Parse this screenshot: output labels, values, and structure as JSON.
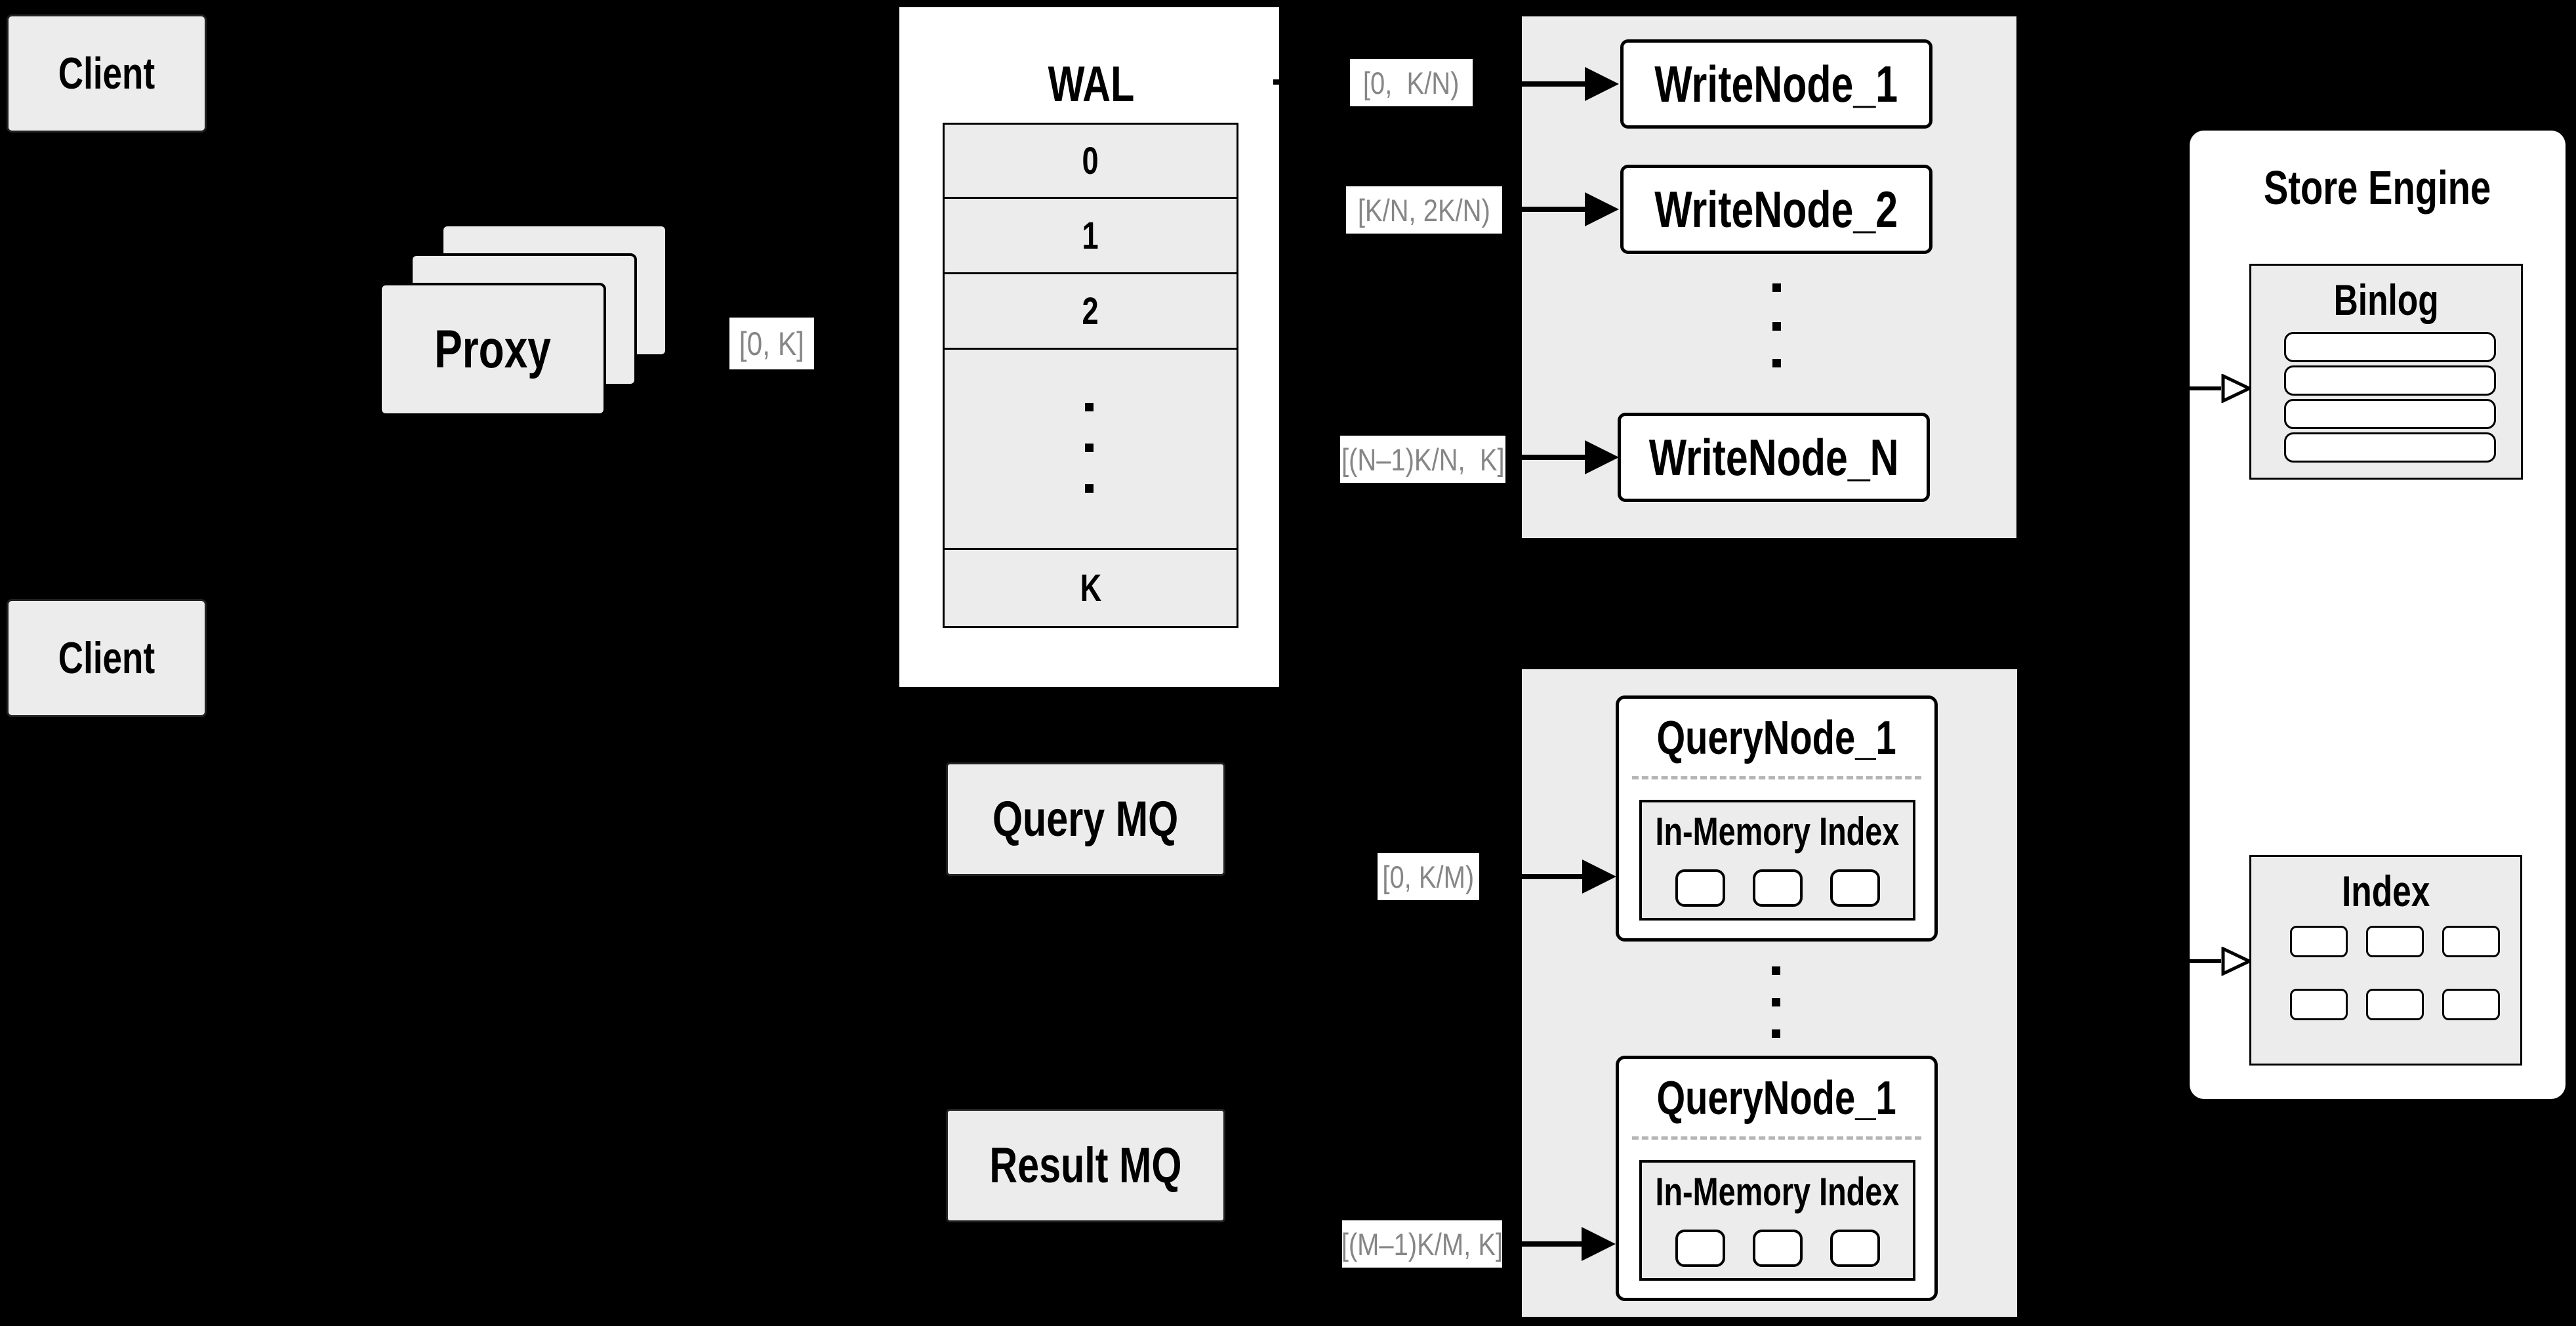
{
  "diagram": {
    "clients": {
      "top": "Client",
      "bottom": "Client"
    },
    "proxy": {
      "label": "Proxy"
    },
    "ranges": {
      "proxy_out": "[0, K]",
      "write_1": "[0,  K/N)",
      "write_2": "[K/N, 2K/N)",
      "write_n": "[(N–1)K/N,  K]",
      "query_1": "[0, K/M)",
      "query_m": "[(M–1)K/M, K]"
    },
    "wal": {
      "title": "WAL",
      "segments": [
        "0",
        "1",
        "2",
        "K"
      ]
    },
    "write_nodes": [
      "WriteNode_1",
      "WriteNode_2",
      "WriteNode_N"
    ],
    "mq": {
      "query": "Query MQ",
      "result": "Result MQ"
    },
    "query_nodes": [
      {
        "title": "QueryNode_1",
        "index_label": "In-Memory Index"
      },
      {
        "title": "QueryNode_1",
        "index_label": "In-Memory Index"
      }
    ],
    "store_engine": {
      "title": "Store Engine",
      "binlog": "Binlog",
      "index": "Index"
    },
    "colors": {
      "background": "#000000",
      "box_fill": "#ececec",
      "node_fill": "#ffffff",
      "range_text": "#868686"
    }
  }
}
